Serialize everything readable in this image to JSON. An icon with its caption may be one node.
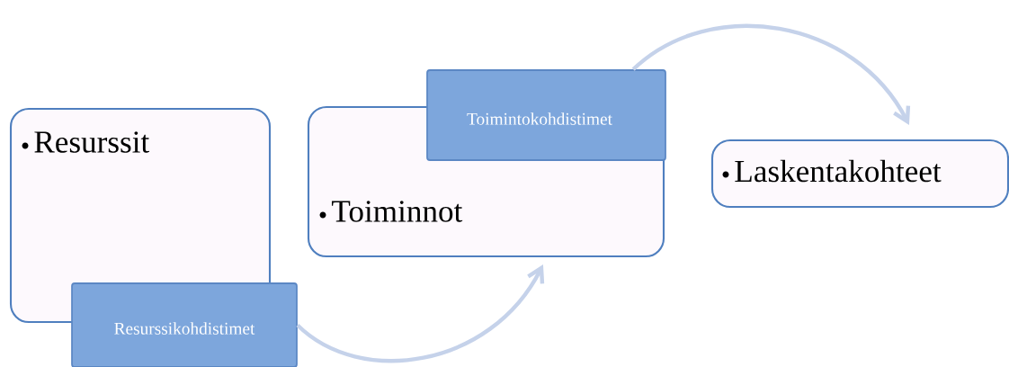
{
  "diagram": {
    "nodes": [
      {
        "text": [
          "Resurssit"
        ]
      },
      {
        "text": [
          "Resurssikohdistimet"
        ]
      },
      {
        "text": [
          "Toiminnot"
        ]
      },
      {
        "text": [
          "Toimintokohdistimet"
        ]
      },
      {
        "text": [
          "Laskentakohteet"
        ]
      }
    ],
    "edges": [
      {
        "from": 1,
        "to": 2,
        "arrow": "to"
      },
      {
        "from": 3,
        "to": 4,
        "arrow": "to"
      }
    ]
  }
}
